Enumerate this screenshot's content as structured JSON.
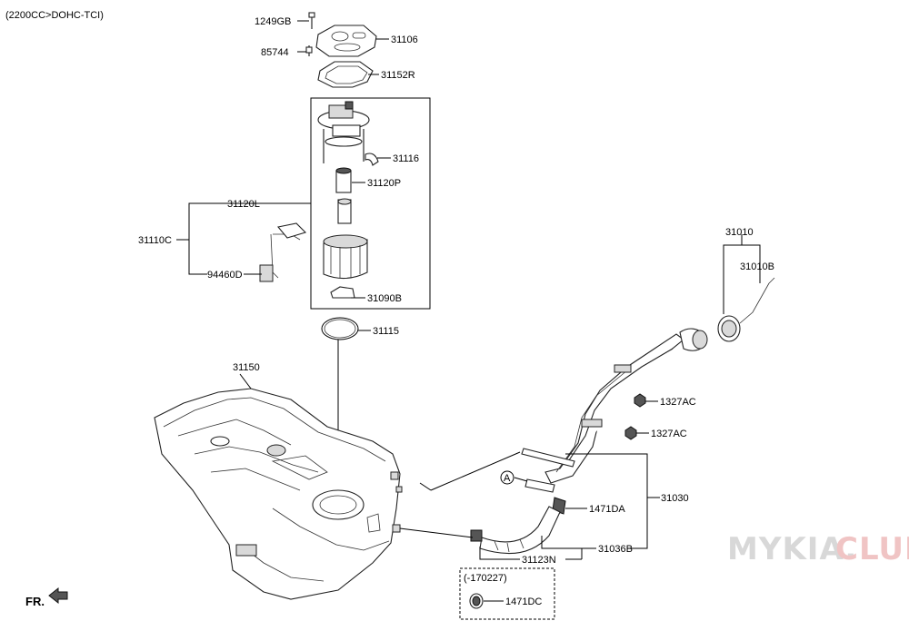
{
  "header": {
    "variant": "(2200CC>DOHC-TCI)"
  },
  "watermark": {
    "part1": "MYKIA.",
    "part2": "CLUB"
  },
  "orientation": {
    "label": "FR."
  },
  "inset": {
    "label": "(-170227)"
  },
  "callout_letter": "A",
  "parts": {
    "p1249GB": "1249GB",
    "p85744": "85744",
    "p31106": "31106",
    "p31152R": "31152R",
    "p31116": "31116",
    "p31120P": "31120P",
    "p31120L": "31120L",
    "p31110C": "31110C",
    "p94460D": "94460D",
    "p31090B": "31090B",
    "p31115": "31115",
    "p31150": "31150",
    "p31010": "31010",
    "p31010B": "31010B",
    "p1327AC_a": "1327AC",
    "p1327AC_b": "1327AC",
    "p31030": "31030",
    "p1471DA": "1471DA",
    "p31036B": "31036B",
    "p31123N": "31123N",
    "p1471DC": "1471DC"
  }
}
